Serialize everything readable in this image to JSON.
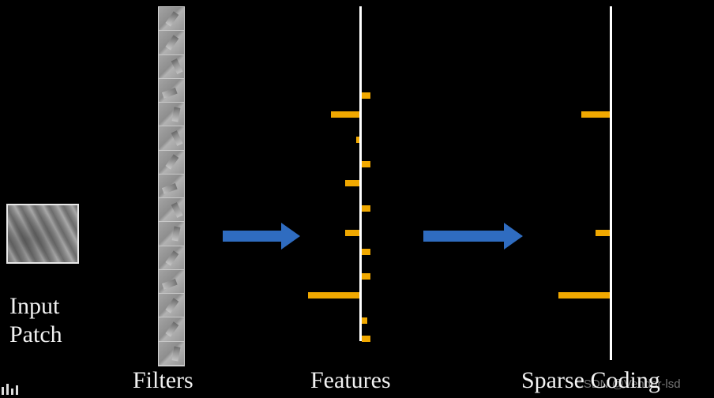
{
  "labels": {
    "input_line1": "Input",
    "input_line2": "Patch",
    "filters": "Filters",
    "features": "Features",
    "sparse_coding": "Sparse Coding"
  },
  "watermark": "CSDN @Vendor-lsd",
  "colors": {
    "background": "#000000",
    "bar": "#f0a800",
    "arrow": "#2f6cc0",
    "axis": "#ffffff",
    "text": "#f2f2f2"
  },
  "filters": {
    "count": 15
  },
  "features": {
    "bars": [
      {
        "value": 0.3
      },
      {
        "value": -1.0
      },
      {
        "value": -0.1
      },
      {
        "value": 0.3
      },
      {
        "value": -0.5
      },
      {
        "value": 0.3
      },
      {
        "value": -0.5
      },
      {
        "value": 0.3
      },
      {
        "value": 0.3
      },
      {
        "value": -1.8
      },
      {
        "value": 0.2
      },
      {
        "value": 0.3
      }
    ]
  },
  "sparse_coding": {
    "bars": [
      {
        "value": -1.0
      },
      {
        "value": -0.5
      },
      {
        "value": -1.8
      }
    ]
  }
}
